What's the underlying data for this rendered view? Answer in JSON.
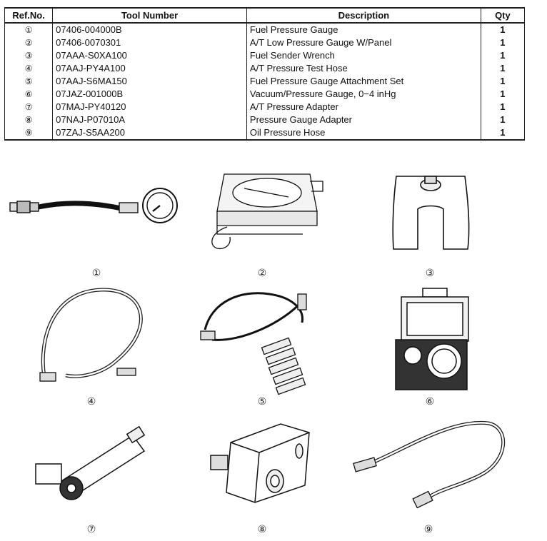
{
  "table": {
    "headers": [
      "Ref.No.",
      "Tool Number",
      "Description",
      "Qty"
    ],
    "rows": [
      {
        "ref": "①",
        "tool_number": "07406-004000B",
        "description": "Fuel Pressure Gauge",
        "qty": "1"
      },
      {
        "ref": "②",
        "tool_number": "07406-0070301",
        "description": "A/T Low Pressure Gauge W/Panel",
        "qty": "1"
      },
      {
        "ref": "③",
        "tool_number": "07AAA-S0XA100",
        "description": "Fuel Sender Wrench",
        "qty": "1"
      },
      {
        "ref": "④",
        "tool_number": "07AAJ-PY4A100",
        "description": "A/T Pressure Test Hose",
        "qty": "1"
      },
      {
        "ref": "⑤",
        "tool_number": "07AAJ-S6MA150",
        "description": "Fuel Pressure Gauge Attachment Set",
        "qty": "1"
      },
      {
        "ref": "⑥",
        "tool_number": "07JAZ-001000B",
        "description": "Vacuum/Pressure Gauge, 0−4 inHg",
        "qty": "1"
      },
      {
        "ref": "⑦",
        "tool_number": "07MAJ-PY40120",
        "description": "A/T Pressure Adapter",
        "qty": "1"
      },
      {
        "ref": "⑧",
        "tool_number": "07NAJ-P07010A",
        "description": "Pressure Gauge Adapter",
        "qty": "1"
      },
      {
        "ref": "⑨",
        "tool_number": "07ZAJ-S5AA200",
        "description": "Oil Pressure Hose",
        "qty": "1"
      }
    ]
  },
  "illustrations": {
    "labels": [
      "①",
      "②",
      "③",
      "④",
      "⑤",
      "⑥",
      "⑦",
      "⑧",
      "⑨"
    ]
  }
}
